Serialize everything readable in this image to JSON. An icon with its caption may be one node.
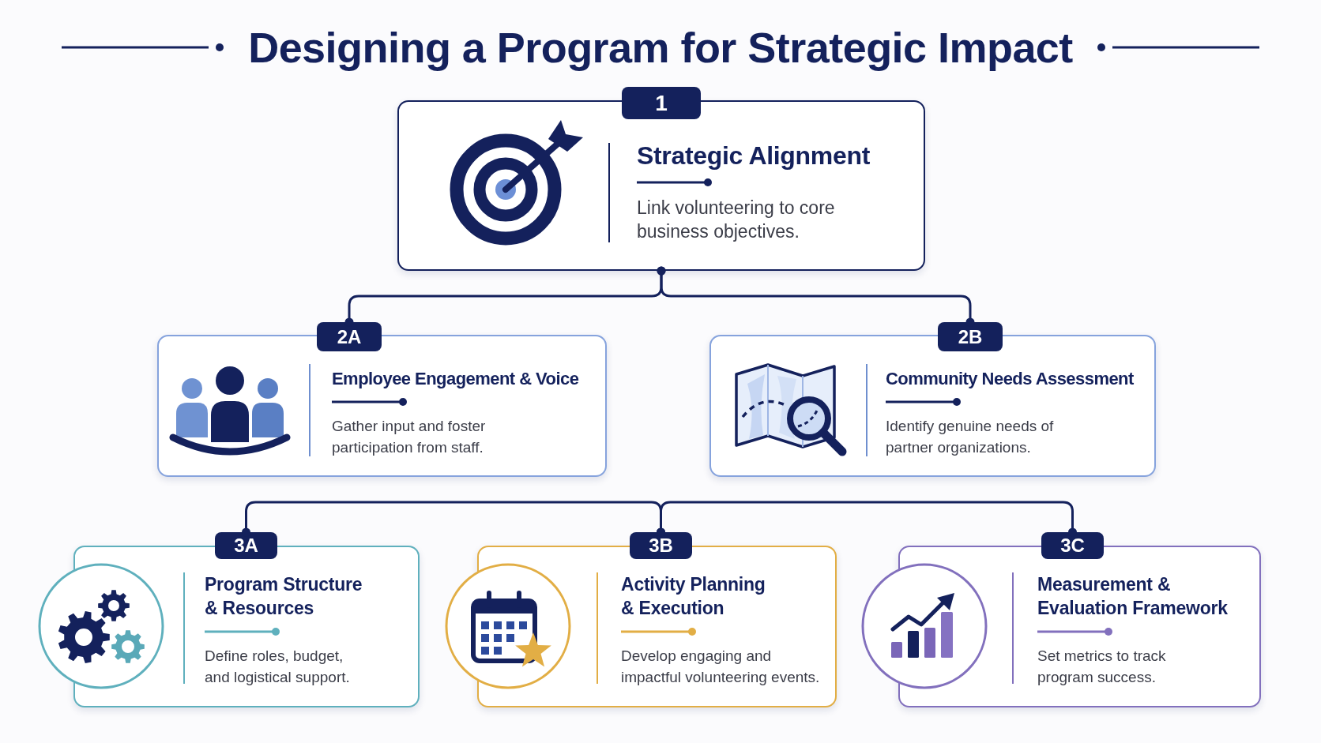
{
  "diagram": {
    "title": "Designing a Program for Strategic Impact",
    "nodes": [
      {
        "text": [
          "1",
          "Strategic Alignment",
          "Link volunteering to core business objectives."
        ]
      },
      {
        "text": [
          "2A",
          "Employee Engagement & Voice",
          "Gather input and foster participation from staff."
        ]
      },
      {
        "text": [
          "2B",
          "Community Needs Assessment",
          "Identify genuine needs of partner organizations."
        ]
      },
      {
        "text": [
          "3A",
          "Program Structure & Resources",
          "Define roles, budget, and logistical support."
        ]
      },
      {
        "text": [
          "3B",
          "Activity Planning & Execution",
          "Develop engaging and impactful volunteering events."
        ]
      },
      {
        "text": [
          "3C",
          "Measurement & Evaluation Framework",
          "Set metrics to track program success."
        ]
      }
    ],
    "edges": [
      {
        "from": 0,
        "to": 1,
        "arrow": "other"
      },
      {
        "from": 0,
        "to": 2,
        "arrow": "other"
      },
      {
        "from": 4,
        "to": 3,
        "arrow": "other"
      },
      {
        "from": 4,
        "to": 5,
        "arrow": "other"
      }
    ]
  }
}
